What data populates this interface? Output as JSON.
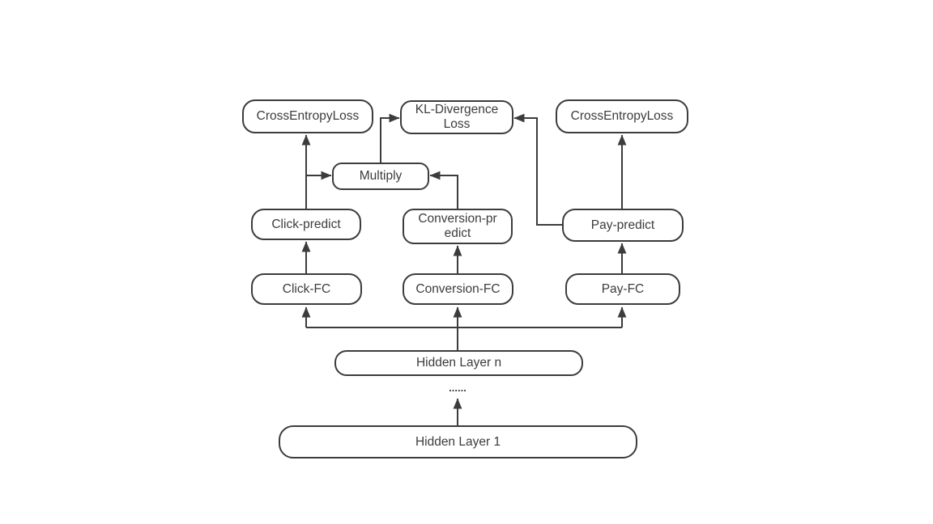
{
  "colors": {
    "background": "#ffffff",
    "line": "#3c3c3c",
    "text": "#3c3c3c",
    "node_fill": "#ffffff"
  },
  "nodes": {
    "cross_entropy_loss_left": {
      "label": "CrossEntropyLoss"
    },
    "kl_divergence_loss": {
      "label": "KL-Divergence\nLoss"
    },
    "cross_entropy_loss_right": {
      "label": "CrossEntropyLoss"
    },
    "multiply": {
      "label": "Multiply"
    },
    "click_predict": {
      "label": "Click-predict"
    },
    "conversion_predict": {
      "label": "Conversion-pr\nedict"
    },
    "pay_predict": {
      "label": "Pay-predict"
    },
    "click_fc": {
      "label": "Click-FC"
    },
    "conversion_fc": {
      "label": "Conversion-FC"
    },
    "pay_fc": {
      "label": "Pay-FC"
    },
    "hidden_layer_n": {
      "label": "Hidden Layer n"
    },
    "ellipsis": {
      "label": "......"
    },
    "hidden_layer_1": {
      "label": "Hidden Layer 1"
    }
  },
  "edges": [
    {
      "from": "hidden_layer_1",
      "to": "hidden_layer_n"
    },
    {
      "from": "hidden_layer_n",
      "to": "click_fc"
    },
    {
      "from": "hidden_layer_n",
      "to": "conversion_fc"
    },
    {
      "from": "hidden_layer_n",
      "to": "pay_fc"
    },
    {
      "from": "click_fc",
      "to": "click_predict"
    },
    {
      "from": "conversion_fc",
      "to": "conversion_predict"
    },
    {
      "from": "pay_fc",
      "to": "pay_predict"
    },
    {
      "from": "click_predict",
      "to": "cross_entropy_loss_left"
    },
    {
      "from": "click_predict",
      "to": "multiply"
    },
    {
      "from": "conversion_predict",
      "to": "multiply"
    },
    {
      "from": "multiply",
      "to": "kl_divergence_loss"
    },
    {
      "from": "pay_predict",
      "to": "kl_divergence_loss"
    },
    {
      "from": "pay_predict",
      "to": "cross_entropy_loss_right"
    }
  ]
}
